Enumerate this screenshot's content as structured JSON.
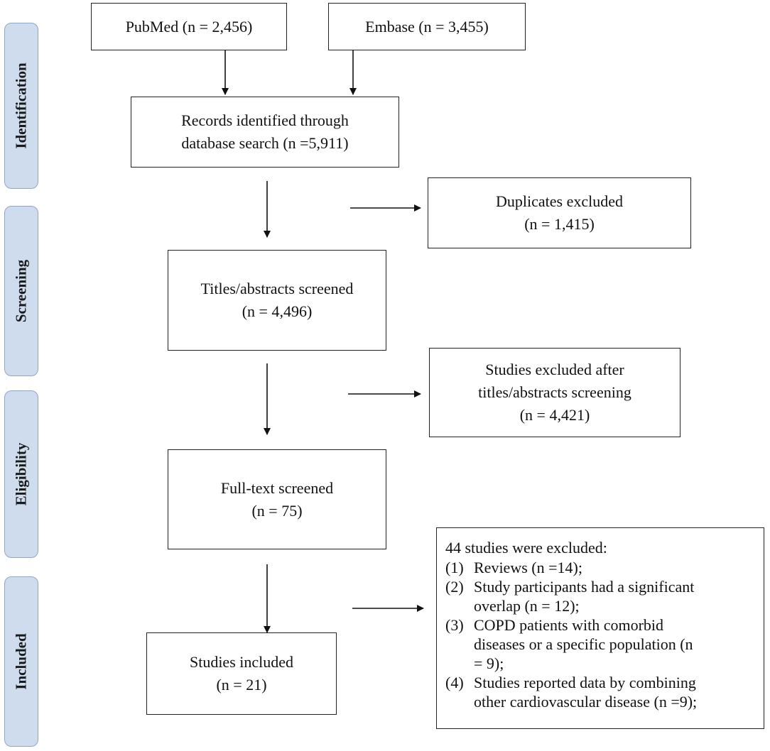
{
  "phases": {
    "identification": "Identification",
    "screening": "Screening",
    "eligibility": "Eligibility",
    "included": "Included"
  },
  "sources": {
    "pubmed": "PubMed (n = 2,456)",
    "embase": "Embase (n = 3,455)"
  },
  "records": {
    "line1": "Records identified through",
    "line2": "database search (n =5,911)"
  },
  "duplicates": {
    "line1": "Duplicates excluded",
    "line2": "(n = 1,415)"
  },
  "titles": {
    "line1": "Titles/abstracts screened",
    "line2": "(n = 4,496)"
  },
  "excluded_titles": {
    "line1": "Studies excluded after",
    "line2": "titles/abstracts screening",
    "line3": "(n = 4,421)"
  },
  "fulltext": {
    "line1": "Full-text screened",
    "line2": "(n = 75)"
  },
  "included": {
    "line1": "Studies included",
    "line2": "(n = 21)"
  },
  "exclusions": {
    "title": "44 studies were excluded:",
    "items": [
      {
        "num": "(1)",
        "line1": "Reviews (n =14);",
        "line2": ""
      },
      {
        "num": "(2)",
        "line1": "Study participants had a significant",
        "line2": "overlap (n = 12);"
      },
      {
        "num": "(3)",
        "line1": "COPD patients with comorbid",
        "line2": "diseases or a specific population (n",
        "line3": "= 9);"
      },
      {
        "num": "(4)",
        "line1": "Studies reported data by combining",
        "line2": "other cardiovascular disease (n =9);"
      }
    ]
  }
}
